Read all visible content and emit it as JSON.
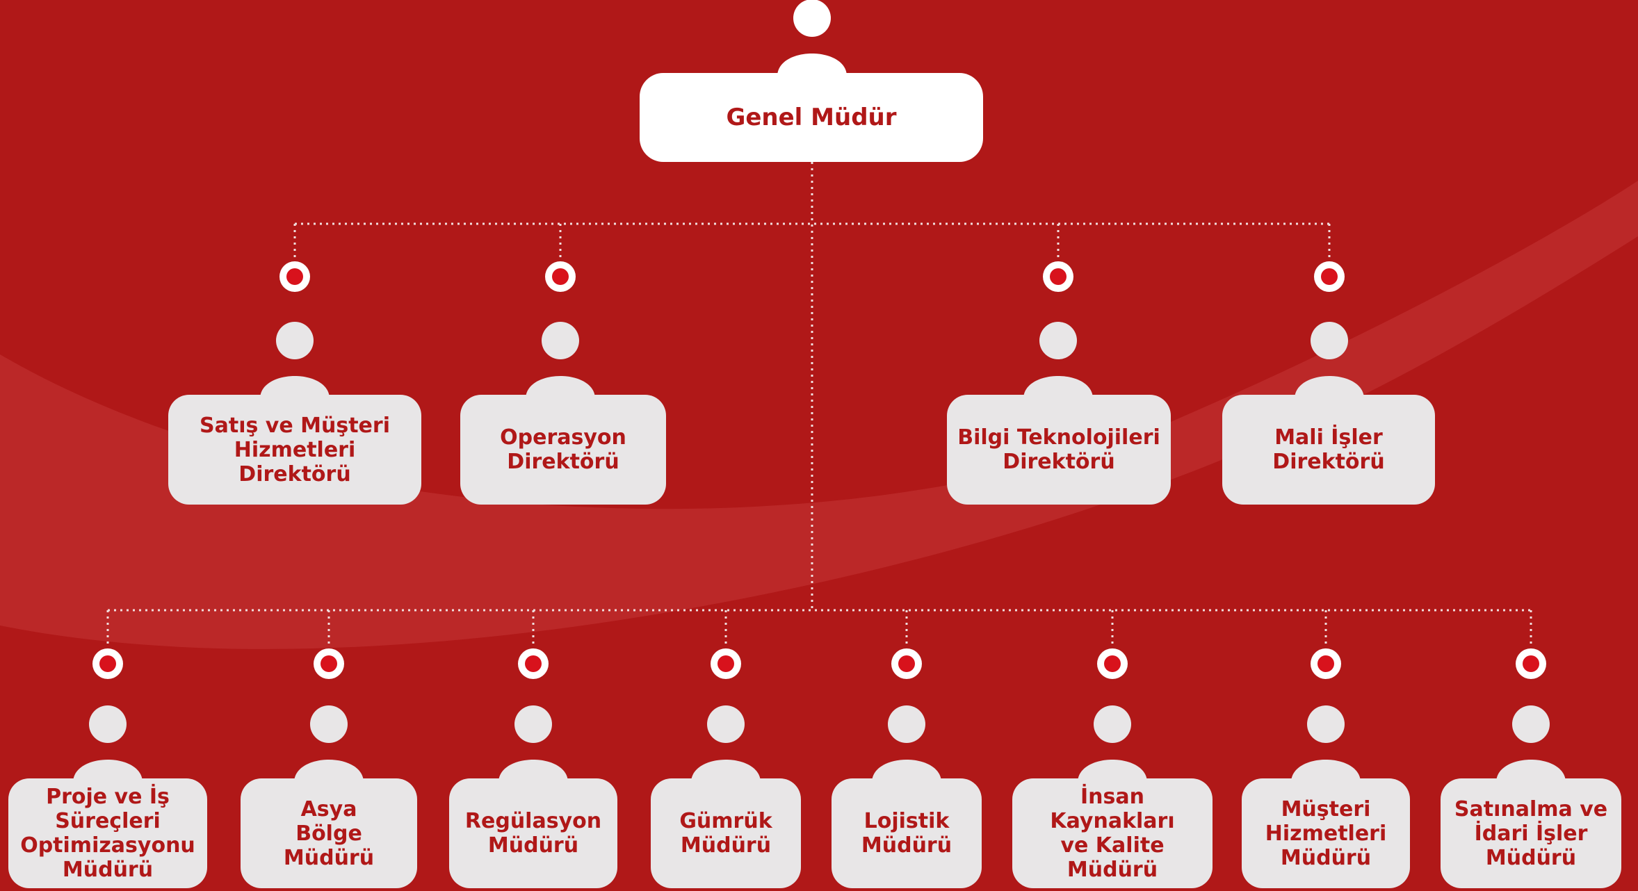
{
  "colors": {
    "background": "#b01818",
    "arc": "#bd2a2a",
    "node_fill": "#e8e6e7",
    "top_node_fill": "#ffffff",
    "text": "#b01818",
    "connector": "#f0dede"
  },
  "top": {
    "label": "Genel Müdür",
    "icon": "person-icon"
  },
  "directors": [
    {
      "label": "Satış ve Müşteri\nHizmetleri Direktörü",
      "icon": "person-icon"
    },
    {
      "label": "Operasyon\nDirektörü",
      "icon": "person-icon"
    },
    {
      "label": "Bilgi Teknolojileri\nDirektörü",
      "icon": "person-icon"
    },
    {
      "label": "Mali İşler\nDirektörü",
      "icon": "person-icon"
    }
  ],
  "managers": [
    {
      "label": "Proje ve İş\nSüreçleri\nOptimizasyonu\nMüdürü",
      "icon": "person-icon"
    },
    {
      "label": "Asya\nBölge Müdürü",
      "icon": "person-icon"
    },
    {
      "label": "Regülasyon\nMüdürü",
      "icon": "person-icon"
    },
    {
      "label": "Gümrük\nMüdürü",
      "icon": "person-icon"
    },
    {
      "label": "Lojistik\nMüdürü",
      "icon": "person-icon"
    },
    {
      "label": "İnsan Kaynakları\nve Kalite Müdürü",
      "icon": "person-icon"
    },
    {
      "label": "Müşteri\nHizmetleri\nMüdürü",
      "icon": "person-icon"
    },
    {
      "label": "Satınalma ve\nİdari İşler\nMüdürü",
      "icon": "person-icon"
    }
  ]
}
